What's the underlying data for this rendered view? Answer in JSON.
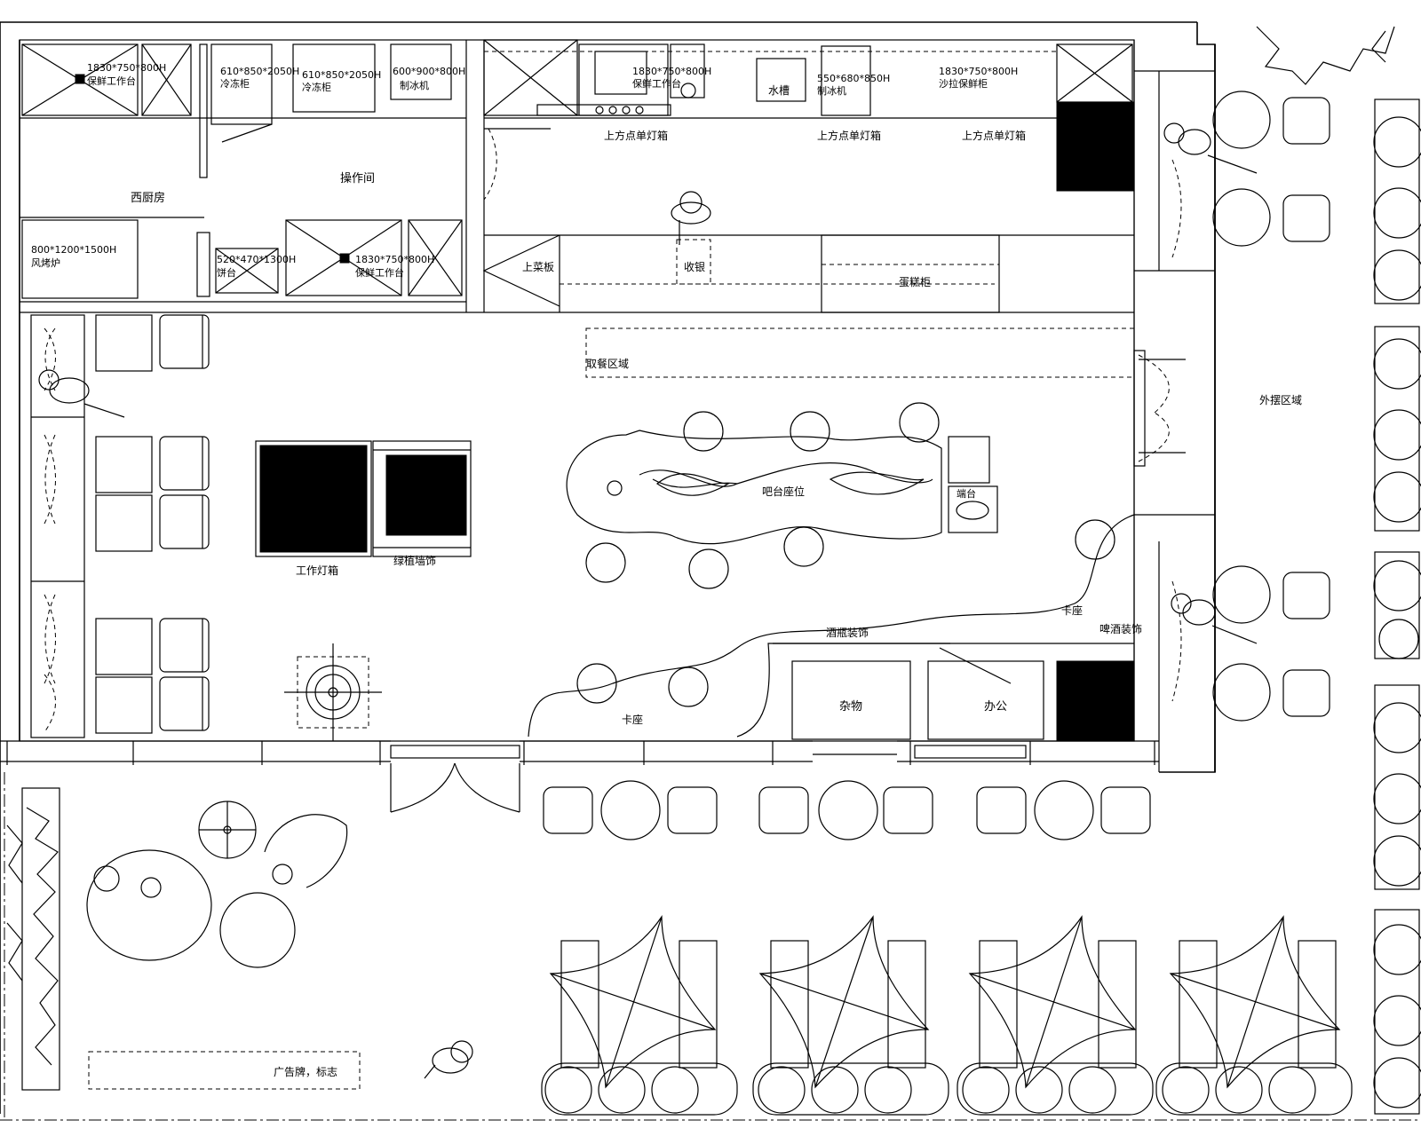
{
  "labels": {
    "workbench_spec": "1830*750*800H",
    "workbench_name": "保鲜工作台",
    "fridge_spec": "610*850*2050H",
    "fridge_name": "冷冻柜",
    "fridge2_spec": "610*850*2050H",
    "fridge2_name": "冷冻柜",
    "icemaker_spec": "600*900*800H",
    "icemaker_name": "制冰机",
    "front_bench_spec": "1830*750*800H",
    "front_bench_name": "保鲜工作台",
    "icemaker2_spec": "550*680*850H",
    "icemaker2_name": "制冰机",
    "salad_spec": "1830*750*800H",
    "salad_name": "沙拉保鲜柜",
    "sink": "水槽",
    "op_room": "操作间",
    "back_kitchen": "西厨房",
    "oven_spec": "800*1200*1500H",
    "oven_name": "风烤炉",
    "small_spec": "520*470*1300H",
    "small_name": "饼台",
    "bench3_spec": "1830*750*800H",
    "bench3_name": "保鲜工作台",
    "lamp1": "上方点单灯箱",
    "lamp2": "上方点单灯箱",
    "lamp3": "上方点单灯箱",
    "counter1": "上菜板",
    "counter2": "收银",
    "counter3": "蛋糕柜",
    "pickup": "取餐区域",
    "bar": "吧台座位",
    "cashier_small": "端台",
    "tv_box": "工作灯箱",
    "planter": "绿植墙饰",
    "outdoor": "外摆区域",
    "sofa": "卡座",
    "wall_deco1": "酒瓶装饰",
    "wall_deco2": "啤酒装饰",
    "booth": "卡座",
    "storage": "杂物",
    "office": "办公",
    "billboard": "广告牌，标志"
  }
}
